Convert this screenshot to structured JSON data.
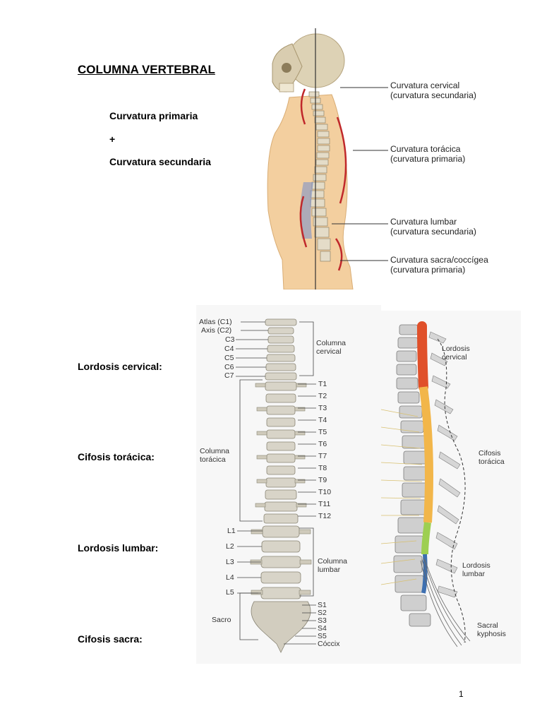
{
  "title": "COLUMNA VERTEBRAL",
  "curvature_types": {
    "primary": "Curvatura primaria",
    "plus": "+",
    "secondary": "Curvatura secundaria"
  },
  "top_figure": {
    "labels": [
      {
        "line1": "Curvatura cervical",
        "line2": "(curvatura secundaria)"
      },
      {
        "line1": "Curvatura torácica",
        "line2": "(curvatura primaria)"
      },
      {
        "line1": "Curvatura lumbar",
        "line2": "(curvatura secundaria)"
      },
      {
        "line1": "Curvatura sacra/coccígea",
        "line2": "(curvatura primaria)"
      }
    ]
  },
  "side_labels": {
    "cervical": "Lordosis cervical:",
    "thoracic": "Cifosis torácica:",
    "lumbar": "Lordosis lumbar:",
    "sacral": "Cifosis sacra:"
  },
  "front_view": {
    "cervical": [
      "Atlas (C1)",
      "Axis (C2)",
      "C3",
      "C4",
      "C5",
      "C6",
      "C7"
    ],
    "thoracic": [
      "T1",
      "T2",
      "T3",
      "T4",
      "T5",
      "T6",
      "T7",
      "T8",
      "T9",
      "T10",
      "T11",
      "T12"
    ],
    "lumbar": [
      "L1",
      "L2",
      "L3",
      "L4",
      "L5"
    ],
    "sacral": [
      "S1",
      "S2",
      "S3",
      "S4",
      "S5",
      "Cóccix"
    ],
    "group_cervical": {
      "line1": "Columna",
      "line2": "cervical"
    },
    "group_thoracic": {
      "line1": "Columna",
      "line2": "torácica"
    },
    "group_lumbar": {
      "line1": "Columna",
      "line2": "lumbar"
    },
    "group_sacrum": "Sacro"
  },
  "side_view": {
    "cervical": {
      "line1": "Lordosis",
      "line2": "cervical"
    },
    "thoracic": {
      "line1": "Cifosis",
      "line2": "torácica"
    },
    "lumbar": {
      "line1": "Lordosis",
      "line2": "lumbar"
    },
    "sacral": {
      "line1": "Sacral",
      "line2": "kyphosis"
    }
  },
  "colors": {
    "skin": "#f3cf9f",
    "bone": "#d8d4c8",
    "cord_cervical": "#e0502a",
    "cord_thoracic": "#f2b64a",
    "cord_lumbar": "#9dcf52",
    "cord_sacral": "#3d6fb0",
    "curve_red": "#c0282b"
  },
  "page_number": "1"
}
